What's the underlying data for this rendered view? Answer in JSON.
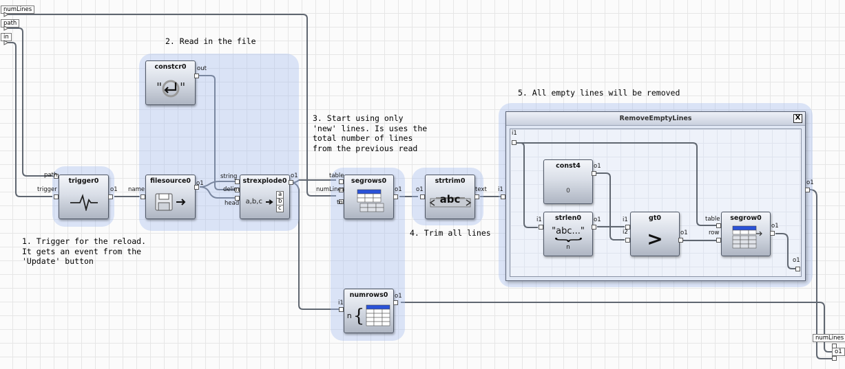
{
  "graph_inputs": [
    "numLines",
    "path",
    "in"
  ],
  "graph_outputs": [
    "numLines",
    "o1"
  ],
  "notes": {
    "trigger": "1. Trigger for the reload.\nIt gets an event from the\n'Update' button",
    "read": "2. Read in the file",
    "new_lines": "3. Start using only\n'new' lines. Is uses the\ntotal number of lines\nfrom the previous read",
    "trim": "4. Trim all lines",
    "empty": "5. All empty lines will be removed"
  },
  "nodes": {
    "trigger0": {
      "title": "trigger0",
      "inputs": [
        "path",
        "trigger"
      ],
      "outputs": [
        "o1"
      ]
    },
    "constcr0": {
      "title": "constcr0",
      "outputs": [
        "out"
      ]
    },
    "filesource0": {
      "title": "filesource0",
      "inputs": [
        "name"
      ],
      "outputs": [
        "o1"
      ]
    },
    "strexplode0": {
      "title": "strexplode0",
      "inputs": [
        "string",
        "delim",
        "head"
      ],
      "outputs": [
        "o1"
      ],
      "icon_text": "a,b,c",
      "icon_cells": [
        "a",
        "b",
        "c"
      ]
    },
    "segrows0": {
      "title": "segrows0",
      "inputs": [
        "table",
        "numLines",
        "to"
      ],
      "outputs": [
        "o1"
      ]
    },
    "strtrim0": {
      "title": "strtrim0",
      "inputs": [
        "o1"
      ],
      "outputs": [
        "text"
      ],
      "icon_text": "abc"
    },
    "numrows0": {
      "title": "numrows0",
      "inputs": [
        "i1"
      ],
      "outputs": [
        "o1"
      ],
      "icon_text": "n"
    }
  },
  "group": {
    "title": "RemoveEmptyLines",
    "close": "X",
    "input": "i1",
    "output": "o1",
    "inner_input": "i1",
    "inner_output": "o1",
    "nodes": {
      "const4": {
        "title": "const4",
        "outputs": [
          "o1"
        ],
        "value": "0"
      },
      "strlen0": {
        "title": "strlen0",
        "inputs": [
          "i1"
        ],
        "outputs": [
          "o1"
        ],
        "icon_text": "\"abc...\"",
        "icon_sub": "n"
      },
      "gt0": {
        "title": "gt0",
        "inputs": [
          "i1",
          "i2"
        ],
        "outputs": [
          "o1"
        ],
        "icon_text": ">"
      },
      "segrow0": {
        "title": "segrow0",
        "inputs": [
          "table",
          "row"
        ],
        "outputs": [
          "o1"
        ]
      }
    }
  },
  "colors": {
    "wire": "#5f6670",
    "halo": "#a5bcf0",
    "node_border": "#4f5766",
    "table_header": "#2a52d8"
  }
}
